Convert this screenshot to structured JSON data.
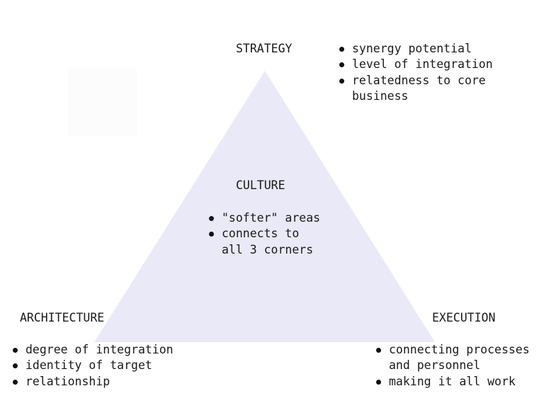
{
  "page": {
    "background_color": "#ffffff",
    "text_color": "#1a1a1a"
  },
  "triangle": {
    "fill": "#e9e9f8",
    "description": "large upward-pointing triangle connecting the three corner topics"
  },
  "corners": {
    "strategy": {
      "label": "STRATEGY",
      "bullets": [
        "synergy potential",
        "level of integration",
        "relatedness to core\nbusiness"
      ]
    },
    "culture": {
      "label": "CULTURE",
      "bullets": [
        "\"softer\" areas",
        "connects to\nall 3 corners"
      ]
    },
    "architecture": {
      "label": "ARCHITECTURE",
      "bullets": [
        "degree of integration",
        "identity of target",
        "relationship"
      ]
    },
    "execution": {
      "label": "EXECUTION",
      "bullets": [
        "connecting processes\nand personnel",
        "making it all work"
      ]
    }
  }
}
